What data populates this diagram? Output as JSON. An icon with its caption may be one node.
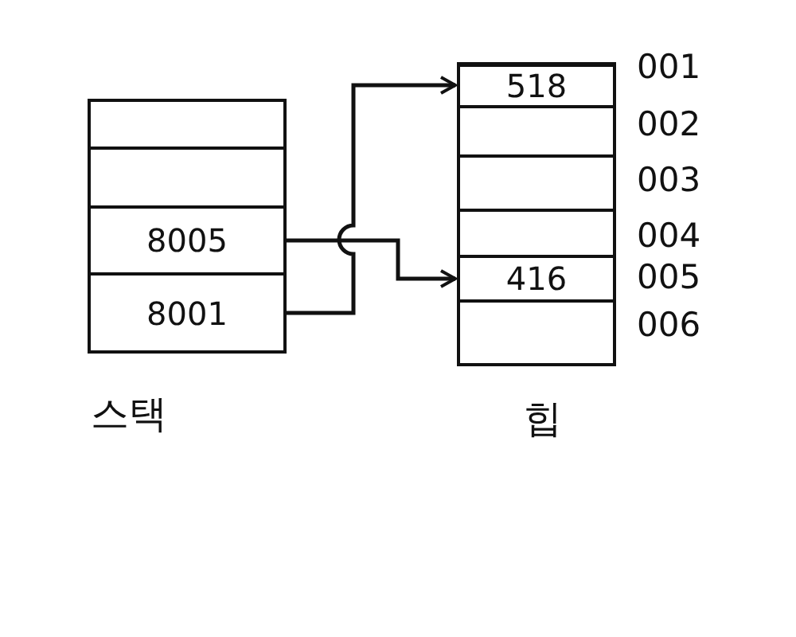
{
  "diagram": {
    "nodes": [
      {
        "text": [],
        "shape": "box",
        "beside": [
          "스택"
        ]
      },
      {
        "text": [
          "8005"
        ],
        "in": 0
      },
      {
        "text": [
          "8001"
        ],
        "in": 0
      },
      {
        "text": [],
        "shape": "box",
        "beside": [
          "힙"
        ]
      },
      {
        "text": [
          "518"
        ],
        "in": 3
      },
      {
        "text": [
          "416"
        ],
        "in": 3
      }
    ],
    "edges": [
      {
        "from": 1,
        "to": 5,
        "arrow": "to"
      },
      {
        "from": 2,
        "to": 4,
        "arrow": "to"
      }
    ],
    "labels": [
      "001",
      "002",
      "003",
      "004",
      "005",
      "006"
    ]
  }
}
